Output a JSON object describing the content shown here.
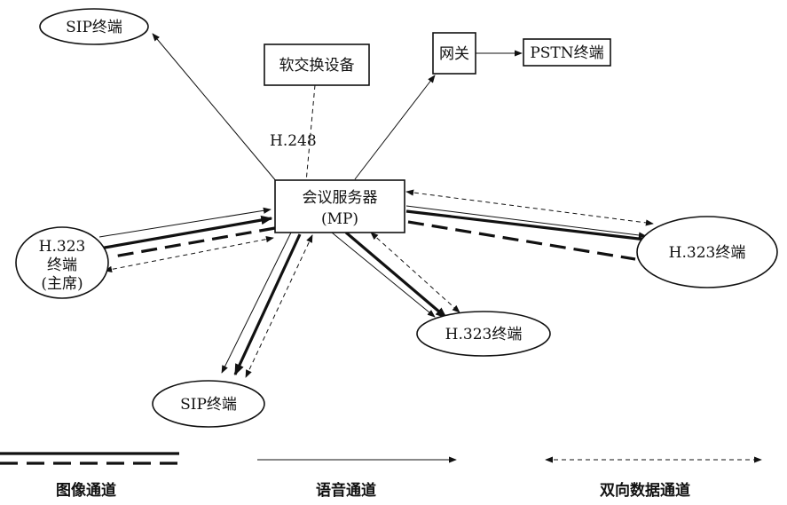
{
  "nodes": {
    "sip_top": "SIP终端",
    "softswitch": "软交换设备",
    "gateway": "网关",
    "pstn": "PSTN终端",
    "h248": "H.248",
    "server_line1": "会议服务器",
    "server_line2": "(MP)",
    "h323_chair_line1": "H.323",
    "h323_chair_line2": "终端",
    "h323_chair_line3": "(主席)",
    "h323_right": "H.323终端",
    "h323_bottom": "H.323终端",
    "sip_bottom": "SIP终端"
  },
  "legend": {
    "image_channel": "图像通道",
    "voice_channel": "语音通道",
    "data_channel": "双向数据通道"
  }
}
